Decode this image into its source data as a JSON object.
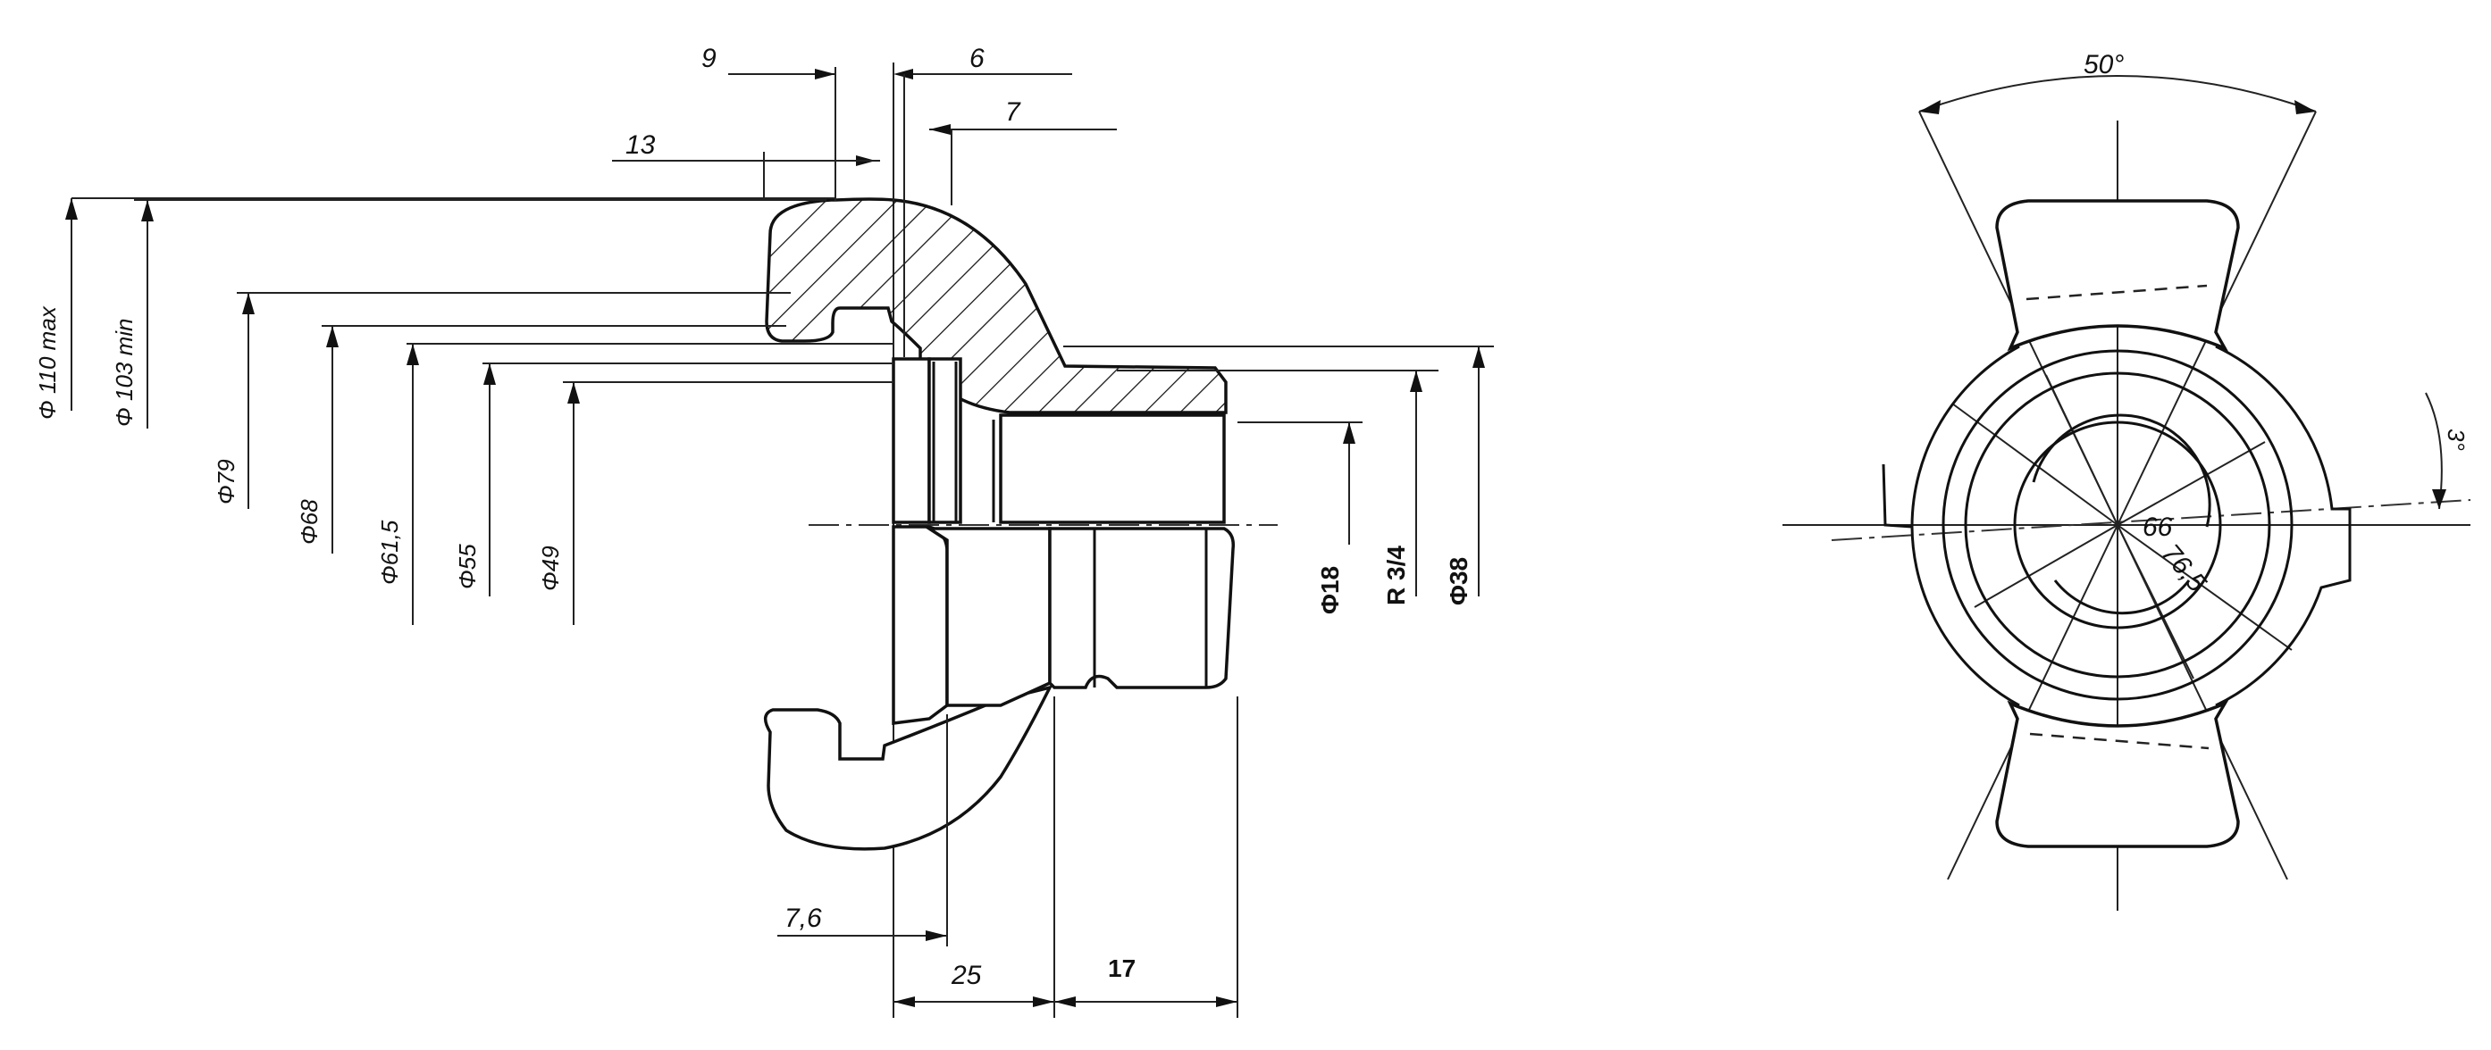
{
  "dimensions": {
    "d9": "9",
    "d6": "6",
    "d7": "7",
    "d13": "13",
    "phi110": "Φ 110 max",
    "phi103": "Φ 103 min",
    "phi79": "Φ79",
    "phi68": "Φ68",
    "phi615": "Φ61,5",
    "phi55": "Φ55",
    "phi49": "Φ49",
    "phi18": "Φ18",
    "r34": "R 3/4",
    "phi38": "Φ38",
    "d76": "7,6",
    "d25": "25",
    "d17": "17"
  },
  "end_view": {
    "angle": "50°",
    "angle_small": "3°",
    "r66": "66",
    "r765": "76,5"
  },
  "colors": {
    "ink": "#111111",
    "paper": "#ffffff"
  }
}
